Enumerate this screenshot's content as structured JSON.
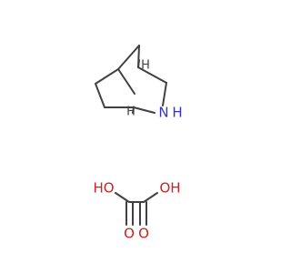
{
  "azabicycle": {
    "nitrogen": "N",
    "hydrogen": "H",
    "stereo_top": "H",
    "stereo_bottom": "H"
  },
  "oxalic_acid": {
    "left_hydroxyl": "HO",
    "right_hydroxyl": "OH",
    "left_carbonyl": "O",
    "right_carbonyl": "O"
  },
  "colors": {
    "bond": "#404040",
    "nitrogen": "#3333cc",
    "oxygen": "#cc2222"
  }
}
